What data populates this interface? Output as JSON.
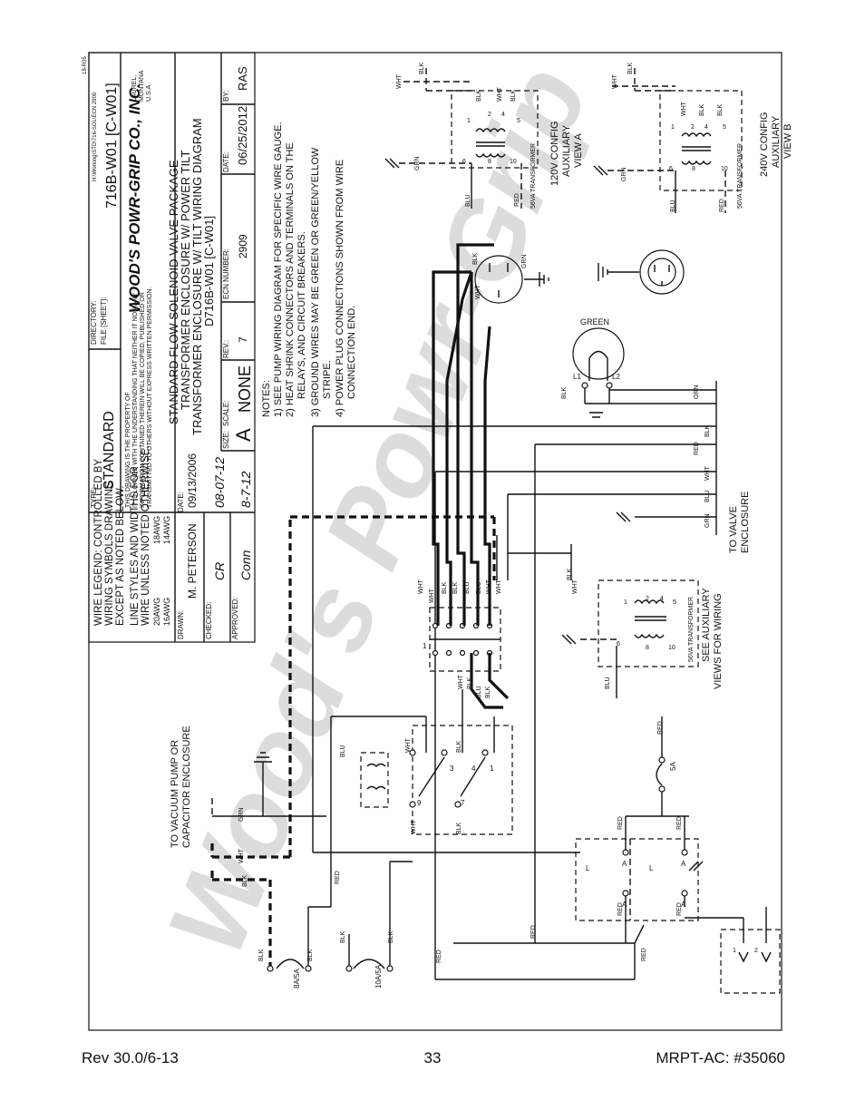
{
  "title_block": {
    "wire_legend_1": "WIRE LEGEND: CONTROLLED BY",
    "wire_legend_2": "WIRING SYMBOLS DRAWING",
    "wire_legend_3": "EXCEPT AS NOTED BELOW.",
    "line_styles_1": "LINE STYLES AND WIDTHS FOR",
    "line_styles_2": "WIRE UNLESS NOTED OTHERWISE.",
    "gauge_20": "20AWG",
    "gauge_16": "16AWG",
    "gauge_18": "18AWG",
    "gauge_14": "14AWG",
    "drawn_label": "DRAWN:",
    "drawn_name": "M. PETERSON",
    "drawn_date_label": "DATE:",
    "drawn_date": "09/13/2006",
    "checked_label": "CHECKED:",
    "checked_sig": "CR",
    "checked_date": "08-07-12",
    "approved_label": "APPROVED:",
    "approved_sig": "Conn",
    "approved_date": "8-7-12",
    "type_label": "TYPE:",
    "type_value": "STANDARD",
    "directory_label": "DIRECTORY:",
    "file_label": "FILE [SHEET]:",
    "file_value": "716B-W01 [C-W01]",
    "path_value": "H:\\Working\\STD\\716-SOL\\ECN 2909",
    "property_1": "THIS DRAWING IS THE PROPERTY OF",
    "property_2": "IT IS LOANED WITH THE UNDERSTANDING THAT NEITHER IT NOR ANY",
    "property_3": "INFORMATION CONTAINED THEREIN WILL BE COPIED, PUBLISHED OR",
    "property_4": "TRANSMITTED TO OTHERS WITHOUT EXPRESS WRITTEN PERMISSION.",
    "company": "WOOD'S POWR-GRIP CO., INC.",
    "location_1": "LAUREL,",
    "location_2": "MONTANA",
    "location_3": "U.S.A.",
    "desc_1": "STANDARD FLOW SOLENOID VALVE PACKAGE",
    "desc_2": "TRANSFORMER ENCLOSURE W/ POWER TILT",
    "desc_3": "TRANSFORMER ENCLOSURE W/ TILT WIRING DIAGRAM",
    "desc_4": "D716B-W01 [C-W01]",
    "size_label": "SIZE:",
    "size_value": "A",
    "scale_label": "SCALE:",
    "scale_value": "NONE",
    "rev_label": "REV.:",
    "rev_value": "7",
    "ecn_label": "ECN NUMBER:",
    "ecn_value": "2909",
    "date_label": "DATE:",
    "date_value": "06/25/2012",
    "by_label": "BY:",
    "by_value": "RAS",
    "corner_tag": "18-R05"
  },
  "notes": {
    "heading": "NOTES:",
    "n1": "1)  SEE PUMP WIRING DIAGRAM FOR SPECIFIC WIRE GAUGE.",
    "n2a": "2)  HEAT SHRINK CONNECTORS AND TERMINALS ON THE",
    "n2b": "RELAYS, AND CIRCUIT BREAKERS.",
    "n3a": "3)  GROUND WIRES MAY BE GREEN OR GREEN/YELLOW",
    "n3b": "STRIPE.",
    "n4a": "4)  POWER PLUG CONNECTIONS SHOWN FROM WIRE",
    "n4b": "CONNECTION END."
  },
  "labels": {
    "pump_1": "TO VACUUM PUMP OR",
    "pump_2": "CAPACITOR ENCLOSURE",
    "valve_1": "TO VALVE",
    "valve_2": "ENCLOSURE",
    "aux_1": "SEE AUXILIARY",
    "aux_2": "VIEWS FOR WIRING",
    "transformer": "56VA TRANSFORMER",
    "view_a_1": "120V CONFIG",
    "view_a_2": "AUXILIARY",
    "view_a_3": "VIEW A",
    "view_b_1": "240V CONFIG",
    "view_b_2": "AUXILIARY",
    "view_b_3": "VIEW B",
    "green": "GREEN",
    "l1": "L1",
    "l2": "L2",
    "breaker_8a": "8A/5A",
    "breaker_10a": "10A/5A",
    "fuse_5a": "5A",
    "watermark": "Wood's Powr-Grip"
  },
  "wires": {
    "blk": "BLK",
    "wht": "WHT",
    "red": "RED",
    "grn": "GRN",
    "blu": "BLU",
    "orn": "ORN"
  },
  "terminals": {
    "t1": "1",
    "t2": "2",
    "t3": "3",
    "t4": "4",
    "t5": "5",
    "t6": "6",
    "t7": "7",
    "t8": "8",
    "t9": "9",
    "t10": "10",
    "a": "A",
    "l": "L"
  },
  "footer": {
    "left": "Rev 30.0/6-13",
    "center": "33",
    "right": "MRPT-AC: #35060"
  }
}
